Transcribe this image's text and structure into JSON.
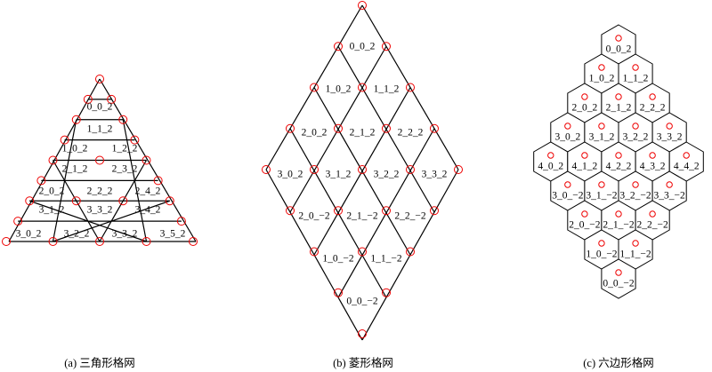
{
  "panels": {
    "triangle": {
      "caption": "(a) 三角形格网",
      "cells": [
        "0_0_2",
        "1_1_2",
        "1_0_2",
        "1_2_2",
        "2_1_2",
        "2_3_2",
        "2_0_2",
        "2_2_2",
        "2_4_2",
        "3_1_2",
        "3_3_2",
        "3_4_2",
        "3_0_2",
        "3_2_2",
        "3_3_2",
        "3_5_2"
      ]
    },
    "rhombus": {
      "caption": "(b) 菱形格网",
      "cells": [
        "0_0_2",
        "1_0_2",
        "1_1_2",
        "2_0_2",
        "2_1_2",
        "2_2_2",
        "3_0_2",
        "3_1_2",
        "3_2_2",
        "3_3_2",
        "2_0_−2",
        "2_1_−2",
        "2_2_−2",
        "1_0_−2",
        "1_1_−2",
        "0_0_−2"
      ]
    },
    "hexagon": {
      "caption": "(c) 六边形格网",
      "cells": [
        "0_0_2",
        "1_0_2",
        "1_1_2",
        "2_0_2",
        "2_1_2",
        "2_2_2",
        "3_0_2",
        "3_1_2",
        "3_2_2",
        "3_3_2",
        "4_0_2",
        "4_1_2",
        "4_2_2",
        "4_3_2",
        "4_4_2",
        "3_0_−2",
        "3_1_−2",
        "3_2_−2",
        "3_3_−2",
        "2_0_−2",
        "2_1_−2",
        "2_2_−2",
        "1_0_−2",
        "1_1_−2",
        "0_0_−2"
      ]
    }
  },
  "colors": {
    "vertex": "#e00000",
    "edge": "#000000"
  }
}
